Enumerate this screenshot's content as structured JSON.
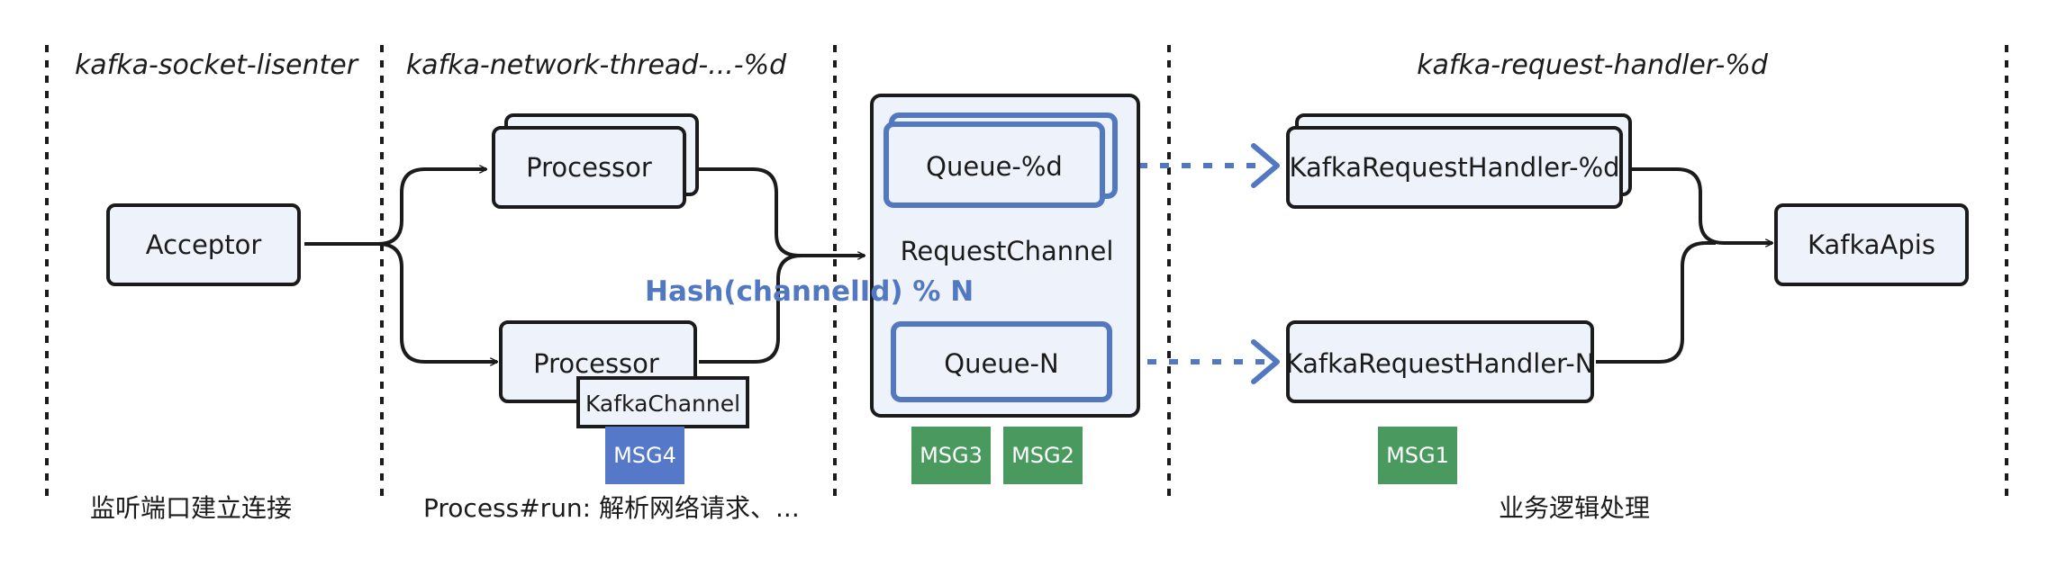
{
  "sections": {
    "socket_listener": "kafka-socket-lisenter",
    "network_thread": "kafka-network-thread-...-%d",
    "request_handler": "kafka-request-handler-%d"
  },
  "nodes": {
    "acceptor": "Acceptor",
    "processor_top": "Processor",
    "processor_bottom": "Processor",
    "kafka_channel": "KafkaChannel",
    "request_channel": "RequestChannel",
    "queue_top": "Queue-%d",
    "queue_bottom": "Queue-N",
    "handler_top": "KafkaRequestHandler-%d",
    "handler_bottom": "KafkaRequestHandler-N",
    "kafka_apis": "KafkaApis"
  },
  "annotations": {
    "hash": "Hash(channelId) % N"
  },
  "messages": {
    "msg4": "MSG4",
    "msg3": "MSG3",
    "msg2": "MSG2",
    "msg1": "MSG1"
  },
  "captions": {
    "listen": "监听端口建立连接",
    "process_run": "Process#run: 解析网络请求、...",
    "business": "业务逻辑处理"
  },
  "colors": {
    "box_fill": "#eef3fb",
    "box_stroke": "#1b1b1b",
    "accent": "#5378c2",
    "msg_blue": "#5578c8",
    "msg_green": "#4a9a5f"
  }
}
